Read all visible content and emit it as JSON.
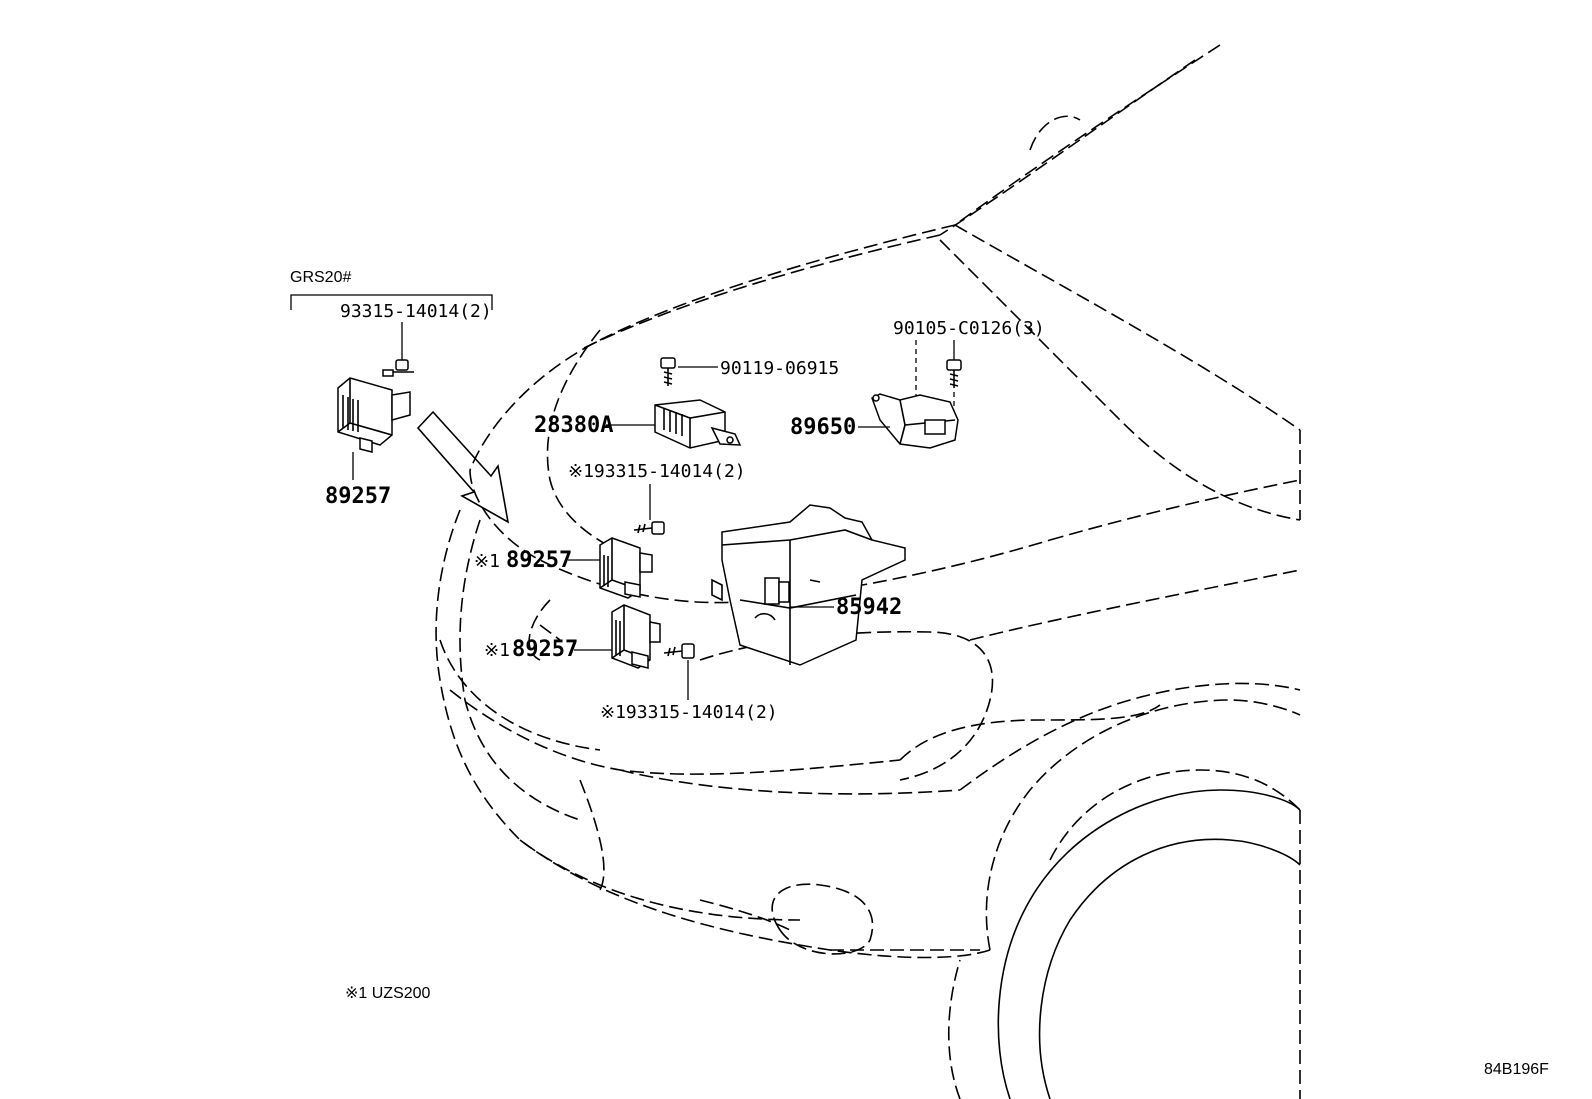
{
  "group": {
    "model": "GRS20#",
    "bolt": "93315-14014(2)",
    "part": "89257"
  },
  "labels": {
    "bolt_90119": "90119-06915",
    "bolt_90105": "90105-C0126(3)",
    "part_28380A": "28380A",
    "part_89650": "89650",
    "bolt_upper": "※193315-14014(2)",
    "part_89257_upper_mark": "※1",
    "part_89257_upper": "89257",
    "part_85942": "85942",
    "part_89257_lower_mark": "※1",
    "part_89257_lower": "89257",
    "bolt_lower": "※193315-14014(2)"
  },
  "footnote": "※1 UZS200",
  "diagram_id": "84B196F"
}
